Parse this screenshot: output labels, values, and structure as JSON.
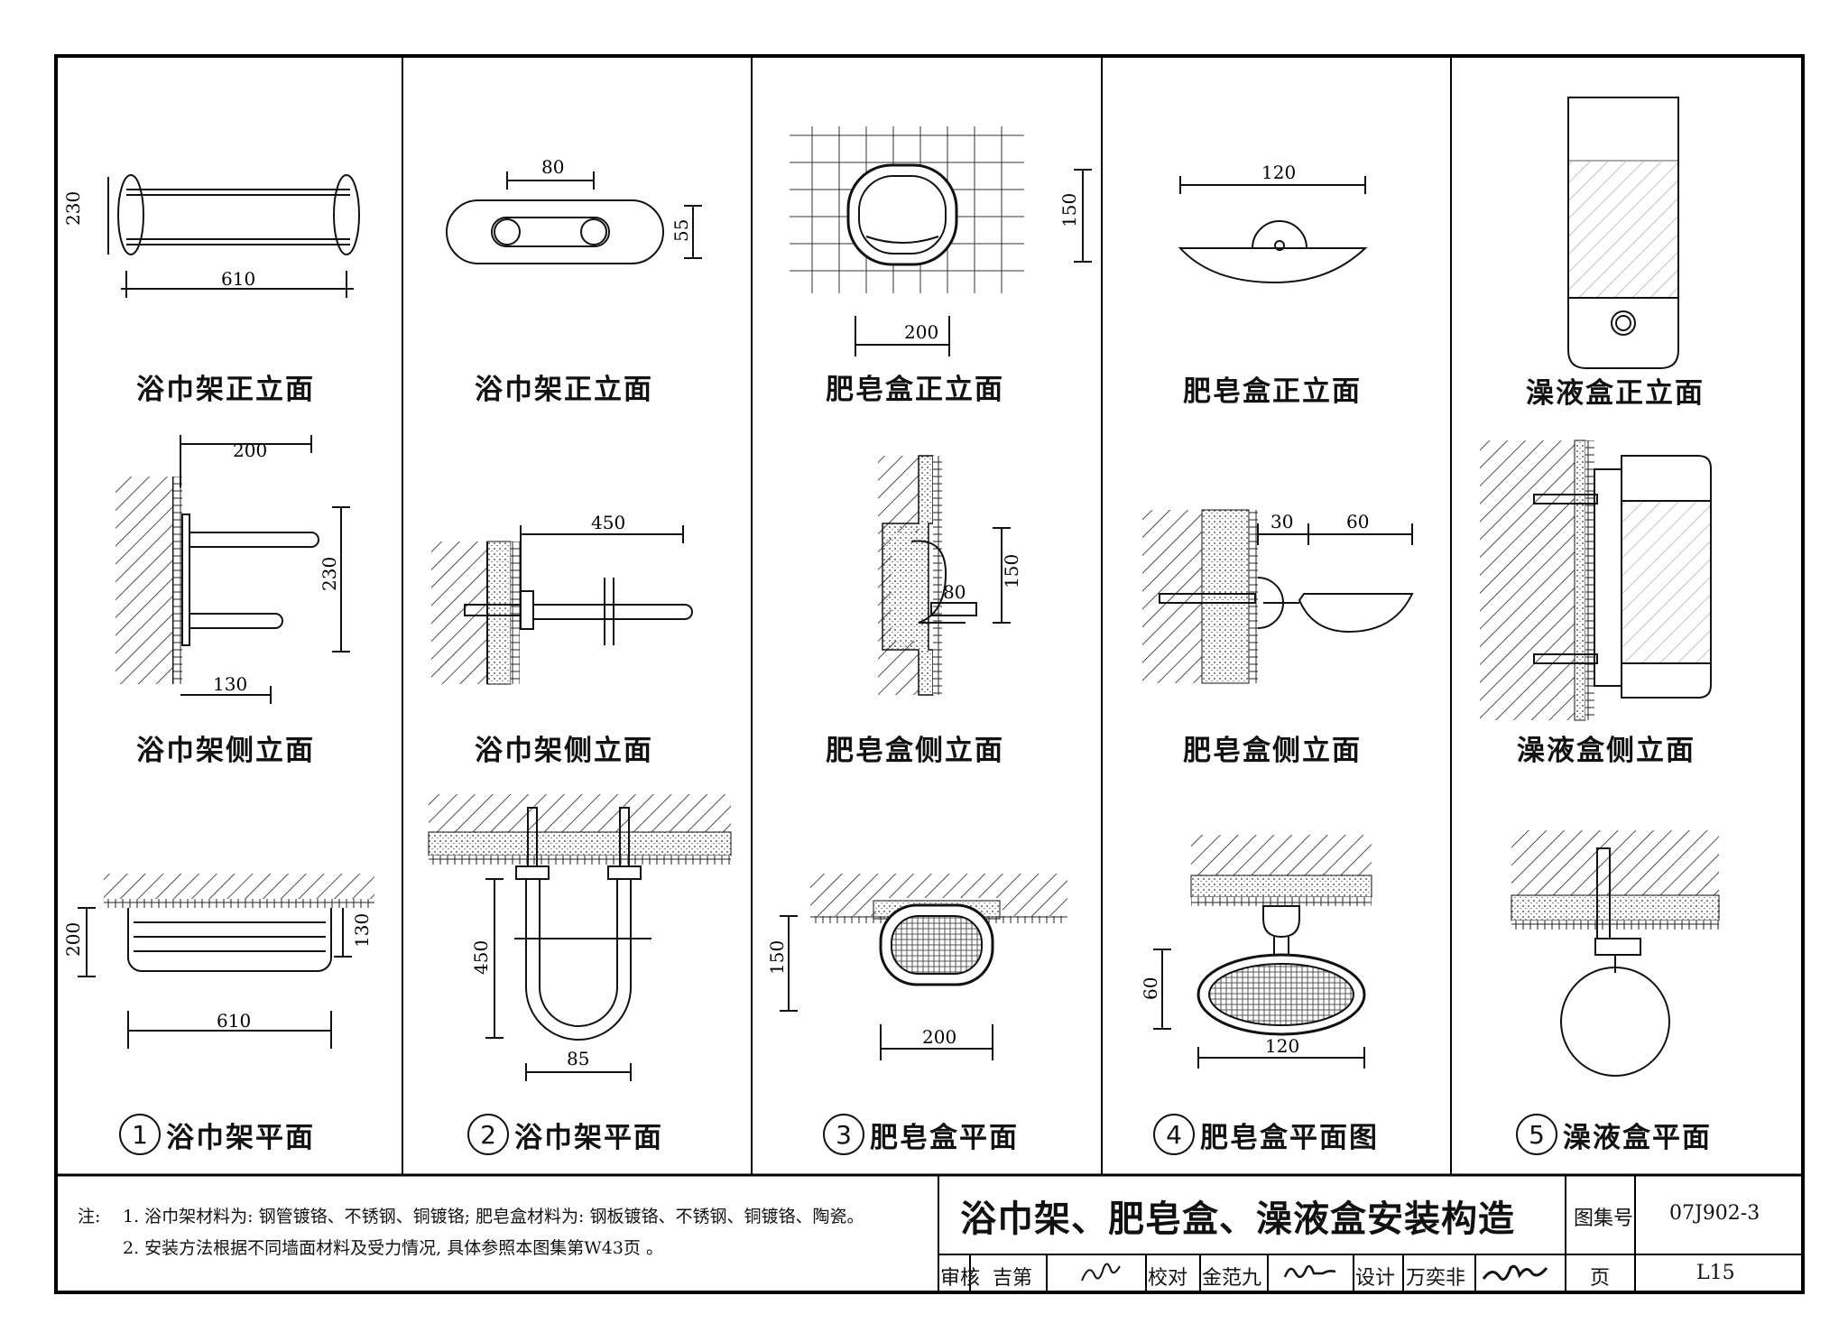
{
  "captions": {
    "p1": {
      "front": "浴巾架正立面",
      "side": "浴巾架侧立面",
      "plan": "浴巾架平面",
      "num": "1"
    },
    "p2": {
      "front": "浴巾架正立面",
      "side": "浴巾架侧立面",
      "plan": "浴巾架平面",
      "num": "2"
    },
    "p3": {
      "front": "肥皂盒正立面",
      "side": "肥皂盒侧立面",
      "plan": "肥皂盒平面",
      "num": "3"
    },
    "p4": {
      "front": "肥皂盒正立面",
      "side": "肥皂盒侧立面",
      "plan": "肥皂盒平面图",
      "num": "4"
    },
    "p5": {
      "front": "澡液盒正立面",
      "side": "澡液盒侧立面",
      "plan": "澡液盒平面",
      "num": "5"
    }
  },
  "dims": {
    "p1": {
      "front_h": "230",
      "front_w": "610",
      "side_w": "200",
      "side_h": "230",
      "side_b": "130",
      "plan_h": "200",
      "plan_r": "130",
      "plan_w": "610"
    },
    "p2": {
      "front_w": "80",
      "front_h": "55",
      "side_w": "450",
      "plan_h": "450",
      "plan_w": "85"
    },
    "p3": {
      "front_h": "150",
      "front_w": "200",
      "side_d": "80",
      "side_h": "150",
      "plan_h": "150",
      "plan_w": "200"
    },
    "p4": {
      "front_w": "120",
      "side_a": "30",
      "side_b": "60",
      "plan_h": "60",
      "plan_w": "120"
    }
  },
  "notes": {
    "label": "注:",
    "line1": "1. 浴巾架材料为: 钢管镀铬、不锈钢、铜镀铬;  肥皂盒材料为: 钢板镀铬、不锈钢、铜镀铬、陶瓷。",
    "line2": "2. 安装方法根据不同墙面材料及受力情况, 具体参照本图集第W43页 。"
  },
  "titleblock": {
    "title": "浴巾架、肥皂盒、澡液盒安装构造",
    "atlas_label": "图集号",
    "atlas_no": "07J902-3",
    "page_label": "页",
    "page_no": "L15",
    "review_label": "审核",
    "review_name": "吉第",
    "check_label": "校对",
    "check_name": "金范九",
    "design_label": "设计",
    "design_name": "万奕非"
  }
}
